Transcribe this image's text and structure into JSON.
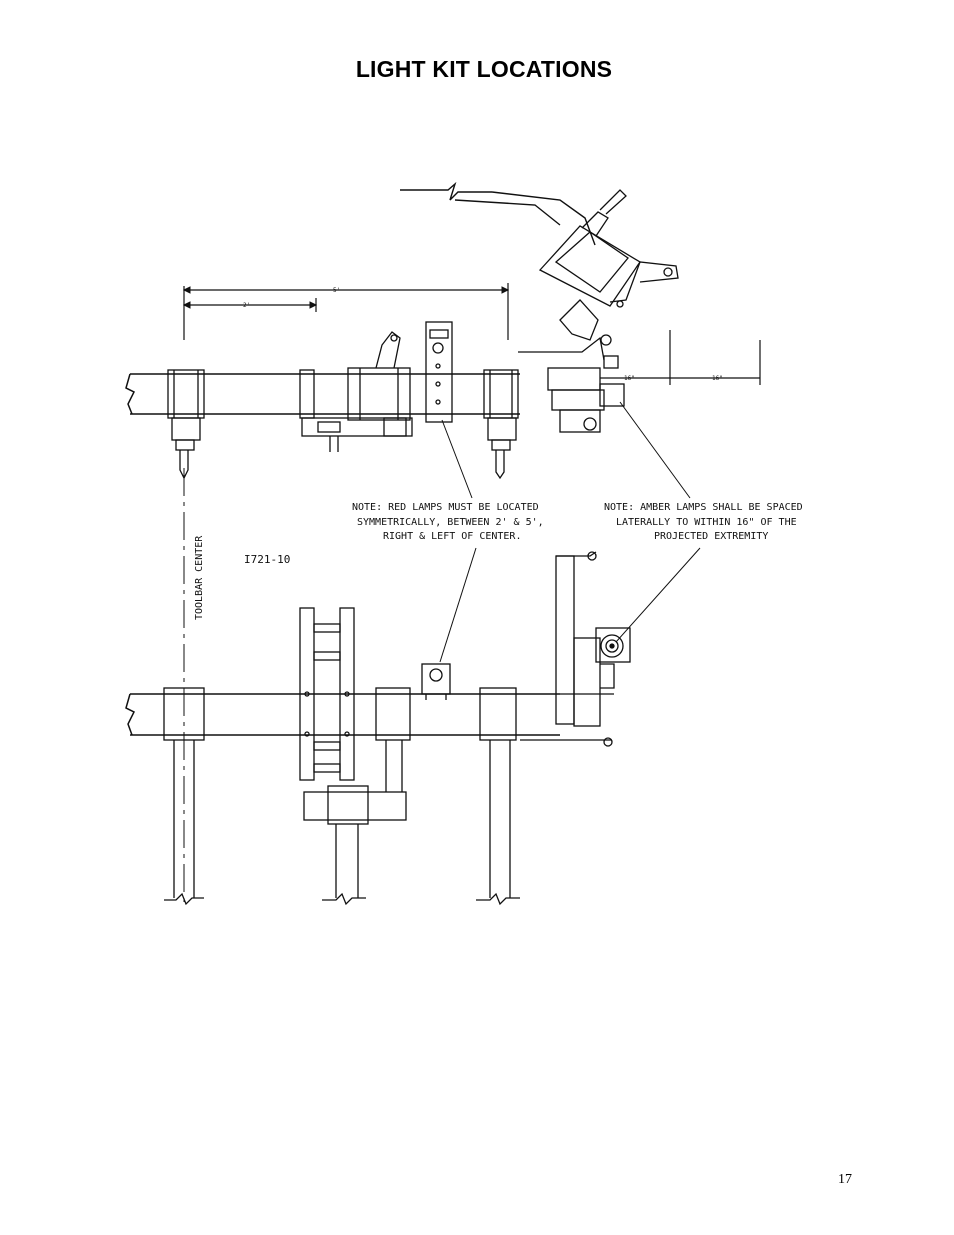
{
  "page": {
    "title": "LIGHT KIT LOCATIONS",
    "page_number": "17"
  },
  "drawing": {
    "dimension_5ft": "5'",
    "dimension_2ft": "2'",
    "dimension_16in_a": "16\"",
    "dimension_16in_b": "16\"",
    "drawing_number": "I721-10",
    "centerline_label": "TOOLBAR CENTER",
    "note_red": {
      "line1": "NOTE: RED LAMPS MUST BE LOCATED",
      "line2": "SYMMETRICALLY, BETWEEN 2' & 5',",
      "line3": "RIGHT & LEFT OF CENTER."
    },
    "note_amber": {
      "line1": "NOTE: AMBER LAMPS SHALL BE SPACED",
      "line2": "LATERALLY TO WITHIN 16\" OF THE",
      "line3": "PROJECTED EXTREMITY"
    }
  }
}
